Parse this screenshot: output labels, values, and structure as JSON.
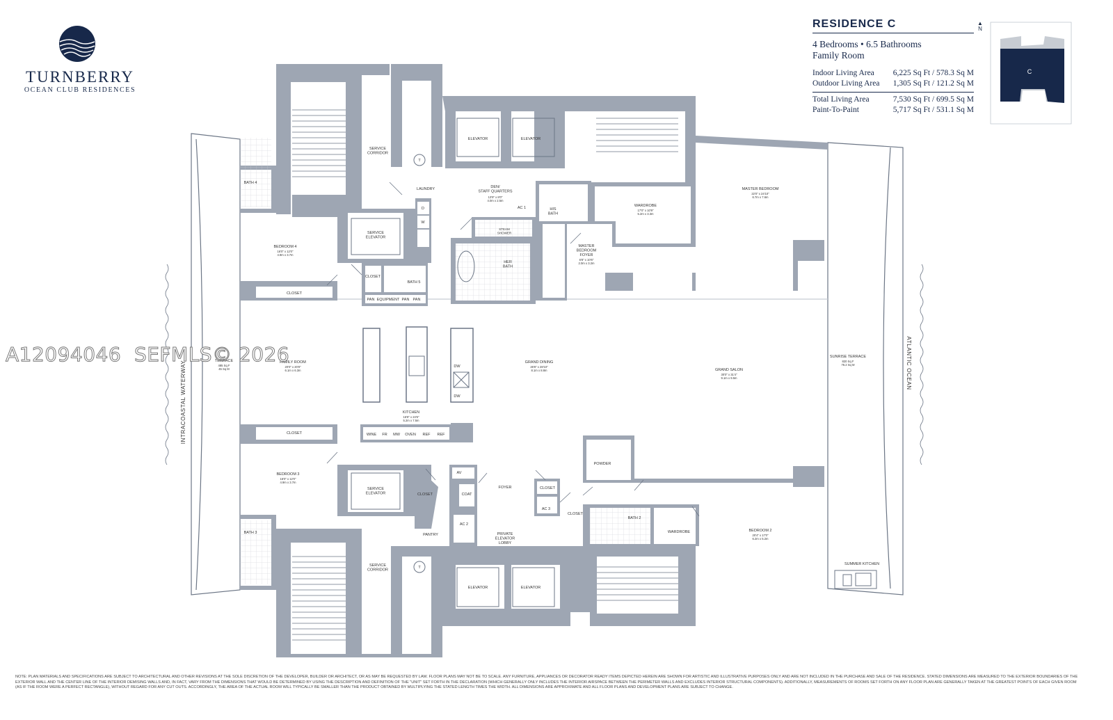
{
  "brand": {
    "name": "TURNBERRY",
    "subtitle": "OCEAN CLUB RESIDENCES"
  },
  "residence": {
    "title": "RESIDENCE C",
    "line1": "4 Bedrooms • 6.5 Bathrooms",
    "line2": "Family Room",
    "areas": [
      {
        "label": "Indoor Living Area",
        "value": "6,225 Sq Ft / 578.3 Sq M"
      },
      {
        "label": "Outdoor Living Area",
        "value": "1,305 Sq Ft / 121.2 Sq M"
      }
    ],
    "totals": [
      {
        "label": "Total Living Area",
        "value": "7,530 Sq Ft / 699.5 Sq M"
      },
      {
        "label": "Paint-To-Paint",
        "value": "5,717 Sq Ft / 531.1 Sq M"
      }
    ],
    "keyplan_label": "C",
    "north": "N"
  },
  "side_labels": {
    "left": "INTRACOASTAL WATERWAY",
    "right": "ATLANTIC OCEAN"
  },
  "rooms": {
    "service_corridor": "SERVICE\nCORRIDOR",
    "elevator": "ELEVATOR",
    "laundry": "LAUNDRY",
    "den": "DEN/\nSTAFF QUARTERS",
    "den_dim": "13'9\" x 8'0\"\n4.0m x 2.5m",
    "ac1": "AC 1",
    "his_bath": "HIS\nBATH",
    "wardrobe_top": "WARDROBE",
    "wardrobe_top_dim": "17'0\" x 10'9\"\n5.2m x 3.3m",
    "master_bedroom": "MASTER BEDROOM",
    "master_bedroom_dim": "22'0\" x 24'10\"\n6.7m x 7.6m",
    "bath4": "BATH 4",
    "service_elevator": "SERVICE\nELEVATOR",
    "steam_shower": "STEAM\nSHOWER",
    "her_bath": "HER\nBATH",
    "master_foyer": "MASTER\nBEDROOM\nFOYER",
    "master_foyer_dim": "6'8\" x 10'6\"\n2.0m x 3.2m",
    "bedroom4": "BEDROOM 4",
    "bedroom4_dim": "16'0\" x 12'0\"\n4.9m x 3.7m",
    "closet": "CLOSET",
    "bath5": "BATH 5",
    "pan": "PAN",
    "equipment": "EQUIPMENT",
    "terrace": "TERRACE",
    "terrace_dim": "485 Sq F\n45 Sq M",
    "family_room": "FAMILY ROOM",
    "family_room_dim": "20'0\" x 20'8\"\n6.1m x 6.3m",
    "grand_dining": "GRAND DINING",
    "grand_dining_dim": "26'8\" x 28'10\"\n8.1m x 8.8m",
    "grand_salon": "GRAND SALON",
    "grand_salon_dim": "30'0\" x 31'4\"\n9.1m x 9.5m",
    "sunrise_terrace": "SUNRISE TERRACE",
    "sunrise_terrace_dim": "820 Sq F\n76.2 Sq M",
    "dw": "DW",
    "d": "D",
    "w": "W",
    "t": "T",
    "kitchen": "KITCHEN",
    "kitchen_dim": "16'8\" x 24'6\"\n5.2m x 7.5m",
    "appliances": [
      "WINE",
      "FR",
      "MW",
      "OVEN",
      "REF",
      "REF"
    ],
    "powder": "POWDER",
    "bedroom3": "BEDROOM 3",
    "bedroom3_dim": "16'0\" x 12'0\"\n4.9m x 3.7m",
    "av": "AV",
    "coat": "COAT",
    "foyer": "FOYER",
    "ac2": "AC 2",
    "ac3": "AC 3",
    "pantry": "PANTRY",
    "private_lobby": "PRIVATE\nELEVATOR\nLOBBY",
    "bath2": "BATH 2",
    "wardrobe": "WARDROBE",
    "bedroom2": "BEDROOM 2",
    "bedroom2_dim": "20'4\" x 17'0\"\n6.2m x 5.2m",
    "bath3": "BATH 3",
    "summer_kitchen": "SUMMER KITCHEN"
  },
  "note": "NOTE: PLAN MATERIALS AND SPECIFICATIONS ARE SUBJECT TO ARCHITECTURAL AND OTHER REVISIONS AT THE SOLE DISCRETION OF THE DEVELOPER, BUILDER OR ARCHITECT, OR AS MAY BE REQUESTED BY LAW. FLOOR PLANS MAY NOT BE TO SCALE. ANY FURNITURE, APPLIANCES OR DECORATOR READY ITEMS DEPICTED HEREIN ARE SHOWN FOR ARTISTIC AND ILLUSTRATIVE PURPOSES ONLY AND ARE NOT INCLUDED IN THE PURCHASE AND SALE OF THE RESIDENCE. STATED DIMENSIONS ARE MEASURED TO THE EXTERIOR BOUNDARIES OF THE EXTERIOR WALL AND THE CENTER LINE OF THE INTERIOR DEMISING WALLS AND, IN FACT, VARY FROM THE DIMENSIONS THAT WOULD BE DETERMINED BY USING THE DESCRIPTION AND DEFINITION OF THE \"UNIT\" SET FORTH IN THE DECLARATION (WHICH GENERALLY ONLY INCLUDES THE INTERIOR AIRSPACE BETWEEN THE PERIMETER WALLS AND EXCLUDES INTERIOR STRUCTURAL COMPONENTS). ADDITIONALLY, MEASUREMENTS OF ROOMS SET FORTH ON ANY FLOOR PLAN ARE GENERALLY TAKEN AT THE GREATEST POINTS OF EACH GIVEN ROOM (AS IF THE ROOM WERE A PERFECT RECTANGLE), WITHOUT REGARD FOR ANY CUT OUTS. ACCORDINGLY, THE AREA OF THE ACTUAL ROOM WILL TYPICALLY BE SMALLER THAN THE PRODUCT OBTAINED BY MULTIPLYING THE STATED LENGTH TIMES THE WIDTH. ALL DIMENSIONS ARE APPROXIMATE AND ALL FLOOR PLANS AND DEVELOPMENT PLANS ARE SUBJECT TO CHANGE.",
  "watermark": "A12094046  SEFMLS© 2026",
  "colors": {
    "wall": "#9ea6b3",
    "ink": "#17284a",
    "line": "#6b7585"
  }
}
